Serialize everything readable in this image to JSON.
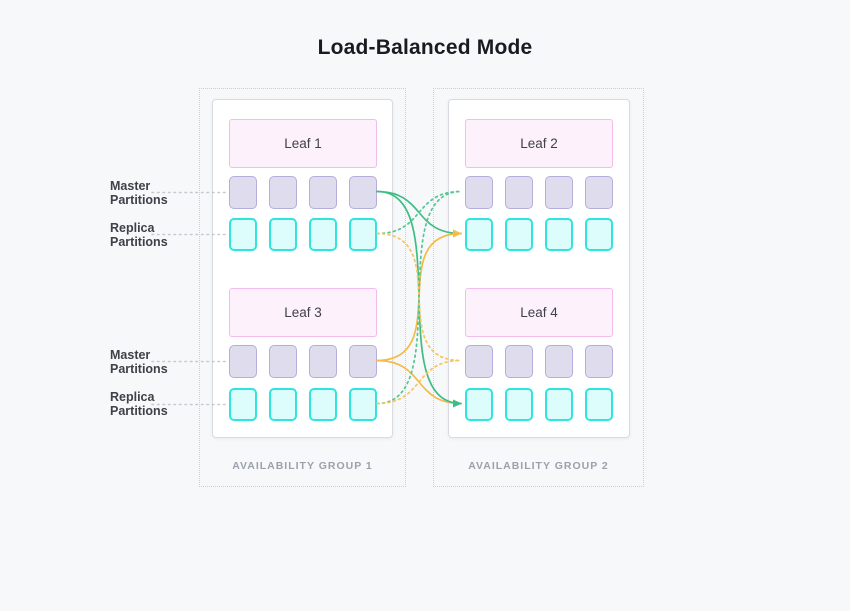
{
  "title": "Load-Balanced Mode",
  "row_labels": {
    "master": "Master Partitions",
    "replica": "Replica Partitions"
  },
  "partitions_per_row": 4,
  "groups": [
    {
      "label": "AVAILABILITY GROUP 1",
      "leaves": [
        "Leaf 1",
        "Leaf 3"
      ]
    },
    {
      "label": "AVAILABILITY GROUP 2",
      "leaves": [
        "Leaf 2",
        "Leaf 4"
      ]
    }
  ],
  "colors": {
    "leaf_fill": "#fdf1fc",
    "leaf_border": "#f2bcec",
    "master_fill": "#dfdcee",
    "master_border": "#b5aeda",
    "replica_fill": "#dcfdfb",
    "replica_border": "#31e5df",
    "green_solid": "#3ebd87",
    "green_dotted": "#54c795",
    "orange_solid": "#f5ba49",
    "orange_dotted": "#f7c45e",
    "leader_line": "#c6c9d0"
  },
  "connections": [
    {
      "from": "leaf1-master",
      "to": "leaf2-replica",
      "color": "green",
      "style": "solid",
      "arrow": false
    },
    {
      "from": "leaf3-master",
      "to": "leaf2-replica",
      "color": "orange",
      "style": "solid",
      "arrow": true
    },
    {
      "from": "leaf3-master",
      "to": "leaf4-replica",
      "color": "orange",
      "style": "solid",
      "arrow": false
    },
    {
      "from": "leaf1-master",
      "to": "leaf4-replica",
      "color": "green",
      "style": "solid",
      "arrow": true
    },
    {
      "from": "leaf1-replica",
      "to": "leaf2-master",
      "color": "green",
      "style": "dotted",
      "arrow": false
    },
    {
      "from": "leaf3-replica",
      "to": "leaf2-master",
      "color": "green",
      "style": "dotted",
      "arrow": false
    },
    {
      "from": "leaf1-replica",
      "to": "leaf4-master",
      "color": "orange",
      "style": "dotted",
      "arrow": false
    },
    {
      "from": "leaf3-replica",
      "to": "leaf4-master",
      "color": "orange",
      "style": "dotted",
      "arrow": false
    }
  ]
}
